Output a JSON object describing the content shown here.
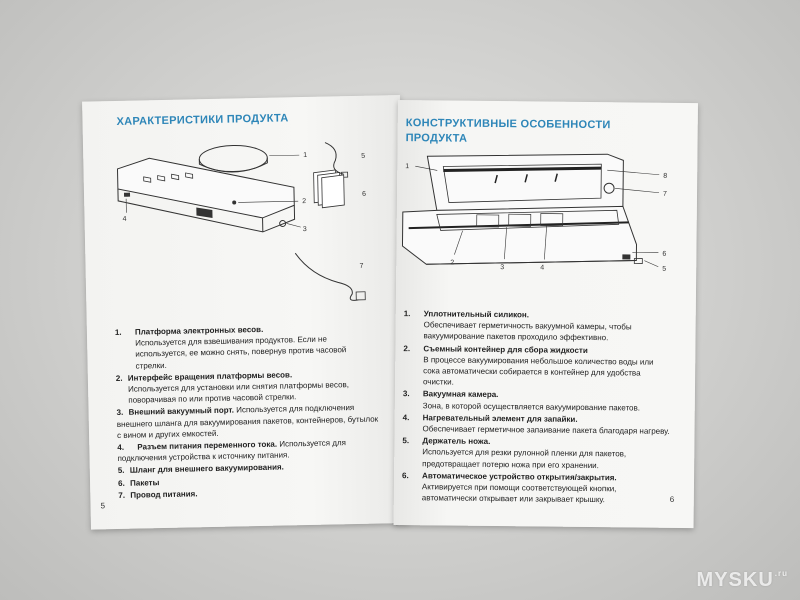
{
  "left_page": {
    "title": "ХАРАКТЕРИСТИКИ ПРОДУКТА",
    "page_number": "5",
    "callouts": [
      "1",
      "2",
      "3",
      "4",
      "5",
      "6",
      "7"
    ],
    "items": [
      {
        "num": "1.",
        "title": "Платформа электронных весов.",
        "desc": "Используется для взвешивания продуктов. Если не используется, ее можно снять, повернув против часовой стрелки."
      },
      {
        "num": "2.",
        "title": "Интерфейс вращения платформы весов.",
        "desc": "Используется для установки или снятия платформы весов, поворачивая по или против часовой стрелки."
      },
      {
        "num": "3.",
        "title": "Внешний вакуумный порт.",
        "desc": "Используется для подключения внешнего шланга для вакуумирования пакетов, контейнеров, бутылок с вином и других емкостей."
      },
      {
        "num": "4.",
        "title": "Разъем питания переменного тока.",
        "desc": "Используется для подключения устройства к источнику питания."
      },
      {
        "num": "5.",
        "title": "Шланг для внешнего вакуумирования.",
        "desc": ""
      },
      {
        "num": "6.",
        "title": "Пакеты",
        "desc": ""
      },
      {
        "num": "7.",
        "title": "Провод питания.",
        "desc": ""
      }
    ]
  },
  "right_page": {
    "title_line1": "КОНСТРУКТИВНЫЕ ОСОБЕННОСТИ",
    "title_line2": "ПРОДУКТА",
    "page_number": "6",
    "callouts": [
      "1",
      "2",
      "3",
      "4",
      "5",
      "6",
      "7",
      "8"
    ],
    "items": [
      {
        "num": "1.",
        "title": "Уплотнительный силикон.",
        "desc": "Обеспечивает герметичность вакуумной камеры, чтобы вакуумирование пакетов проходило эффективно."
      },
      {
        "num": "2.",
        "title": "Съемный контейнер для сбора жидкости",
        "desc": "В процессе вакуумирования небольшое количество воды или сока автоматически собирается в контейнер для удобства очистки."
      },
      {
        "num": "3.",
        "title": "Вакуумная камера.",
        "desc": "Зона, в которой осуществляется вакуумирование пакетов."
      },
      {
        "num": "4.",
        "title": "Нагревательный элемент для запайки.",
        "desc": "Обеспечивает герметичное запаивание пакета благодаря нагреву."
      },
      {
        "num": "5.",
        "title": "Держатель ножа.",
        "desc": "Используется для резки рулонной пленки для пакетов, предотвращает потерю ножа при его хранении."
      },
      {
        "num": "6.",
        "title": "Автоматическое устройство открытия/закрытия.",
        "desc": "Активируется при помощи соответствующей кнопки, автоматически открывает или закрывает крышку."
      }
    ]
  },
  "watermark": {
    "text": "MYSKU",
    "suffix": ".ru"
  }
}
